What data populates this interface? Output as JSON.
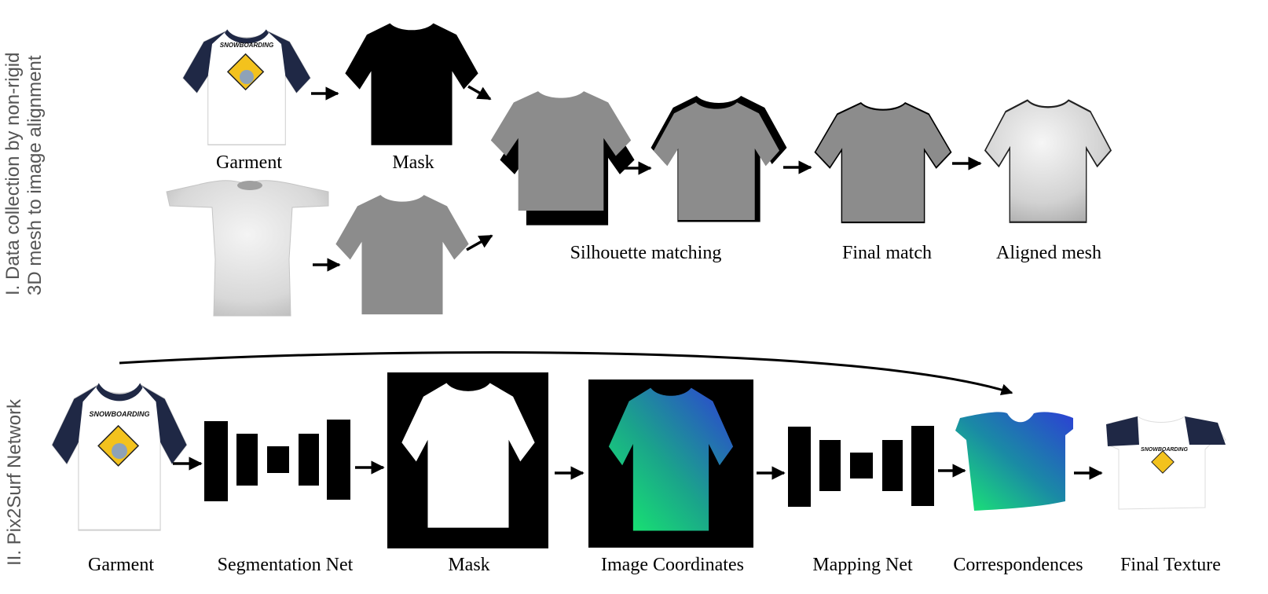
{
  "side_labels": {
    "top_line1": "I. Data collection by non-rigid",
    "top_line2": "3D mesh to image alignment",
    "bottom": "II. Pix2Surf Network"
  },
  "top_row": {
    "garment": "Garment",
    "mask": "Mask",
    "silhouette_matching": "Silhouette matching",
    "final_match": "Final match",
    "aligned_mesh": "Aligned mesh"
  },
  "bottom_row": {
    "garment": "Garment",
    "segmentation_net": "Segmentation Net",
    "mask": "Mask",
    "image_coordinates": "Image Coordinates",
    "mapping_net": "Mapping Net",
    "correspondences": "Correspondences",
    "final_texture": "Final Texture"
  },
  "shirt_print": {
    "text": "SNOWBOARDING",
    "text_small": "SNOWBOARDING"
  },
  "colors": {
    "sleeve_navy": "#1f2845",
    "mask_gray": "#8c8c8c",
    "uv_green": "#17e36a",
    "uv_blue": "#2b46d1",
    "side_label_gray": "#555555"
  }
}
